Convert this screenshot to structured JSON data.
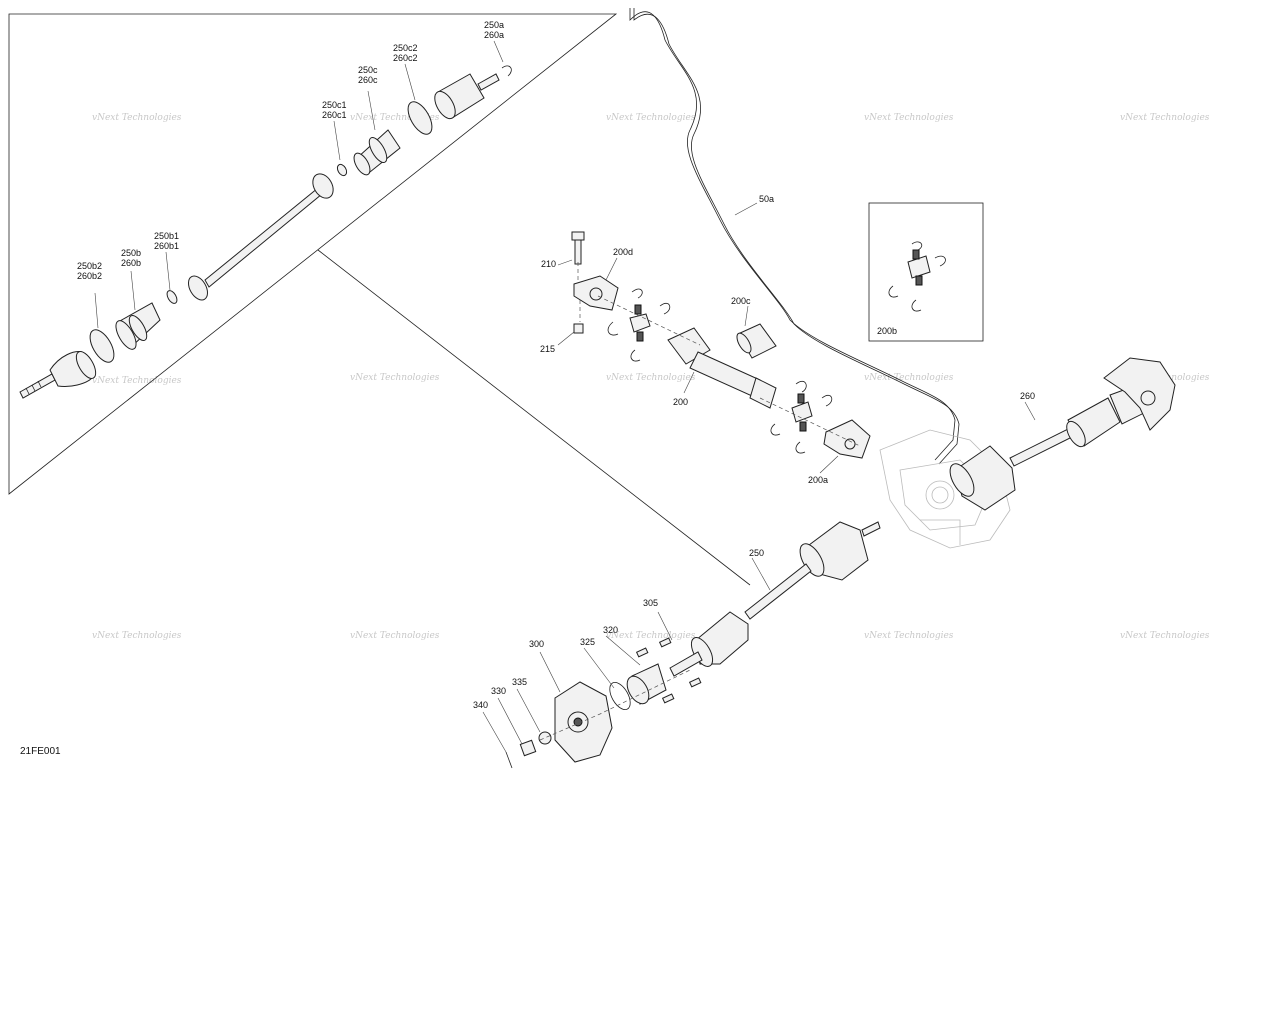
{
  "figure_code": "21FE001",
  "watermark": "vNext Technologies",
  "callouts": {
    "c50a": "50a",
    "c200": "200",
    "c200a": "200a",
    "c200b": "200b",
    "c200c": "200c",
    "c200d": "200d",
    "c210": "210",
    "c215": "215",
    "c250": "250",
    "c250a": [
      "250a",
      "260a"
    ],
    "c250b": [
      "250b",
      "260b"
    ],
    "c250b1": [
      "250b1",
      "260b1"
    ],
    "c250b2": [
      "250b2",
      "260b2"
    ],
    "c250c": [
      "250c",
      "260c"
    ],
    "c250c1": [
      "250c1",
      "260c1"
    ],
    "c250c2": [
      "250c2",
      "260c2"
    ],
    "c260": "260",
    "c300": "300",
    "c305": "305",
    "c320": "320",
    "c325": "325",
    "c330": "330",
    "c335": "335",
    "c340": "340"
  }
}
